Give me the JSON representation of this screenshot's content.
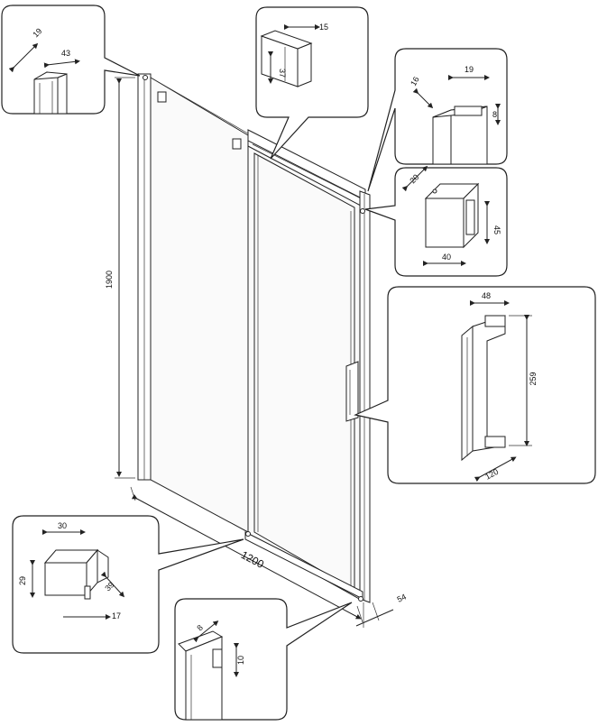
{
  "dimensions": {
    "overall_height": "1900",
    "overall_width": "1200",
    "profile_depth": "54",
    "wall_profile_width": "43",
    "wall_profile_depth": "19",
    "top_bar_width": "15",
    "top_bar_height": "37",
    "corner_profile_width": "19",
    "corner_profile_depth": "16",
    "corner_profile_height": "8",
    "bracket_depth": "20",
    "bracket_height": "45",
    "bracket_width": "40",
    "handle_depth": "48",
    "handle_length": "259",
    "handle_spacing": "120",
    "hinge_width": "30",
    "hinge_height": "29",
    "hinge_depth": "39",
    "hinge_offset": "17",
    "bottom_profile_width": "8",
    "bottom_profile_height": "10"
  }
}
